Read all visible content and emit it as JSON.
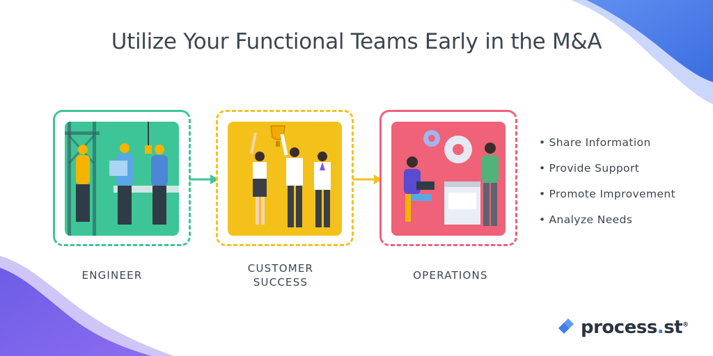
{
  "title": "Utilize Your Functional Teams Early in the M&A",
  "colors": {
    "engineer": "#3ec597",
    "customer": "#f4c11b",
    "operations": "#ef6278",
    "text": "#3c4650",
    "blob_blue": "#4a7de8",
    "blob_purple": "#7b57e4",
    "accent": "#3f7de8"
  },
  "teams": [
    {
      "label": "ENGINEER",
      "icon": "engineers-illustration"
    },
    {
      "label_line1": "CUSTOMER",
      "label_line2": "SUCCESS",
      "icon": "celebrating-team-illustration"
    },
    {
      "label": "OPERATIONS",
      "icon": "office-workers-illustration"
    }
  ],
  "bullets": [
    "Share Information",
    "Provide Support",
    "Promote Improvement",
    "Analyze Needs"
  ],
  "logo": {
    "name": "process",
    "dot": ".",
    "suffix": "st",
    "reg": "®",
    "icon": "process-st-logo-icon"
  }
}
